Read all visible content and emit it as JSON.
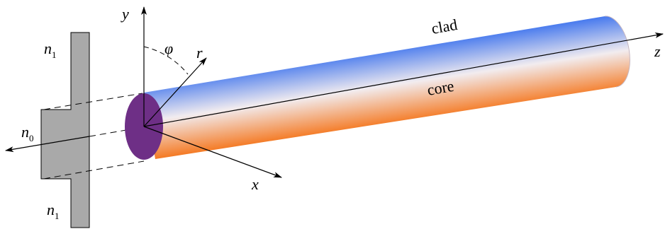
{
  "axes": {
    "x": "x",
    "y": "y",
    "z": "z",
    "r": "r",
    "phi": "φ"
  },
  "index_profile": {
    "n_cladding_top": {
      "base": "n",
      "sub": "1"
    },
    "n_core": {
      "base": "n",
      "sub": "0"
    },
    "n_cladding_bottom": {
      "base": "n",
      "sub": "1"
    }
  },
  "fiber": {
    "clad_label": "clad",
    "core_label": "core"
  },
  "colors": {
    "clad_top": "#3f74ee",
    "core_bottom": "#f47a24",
    "mid": "#f2ecef",
    "end_face": "#6e2f86",
    "profile_fill": "#a9a9a9"
  }
}
